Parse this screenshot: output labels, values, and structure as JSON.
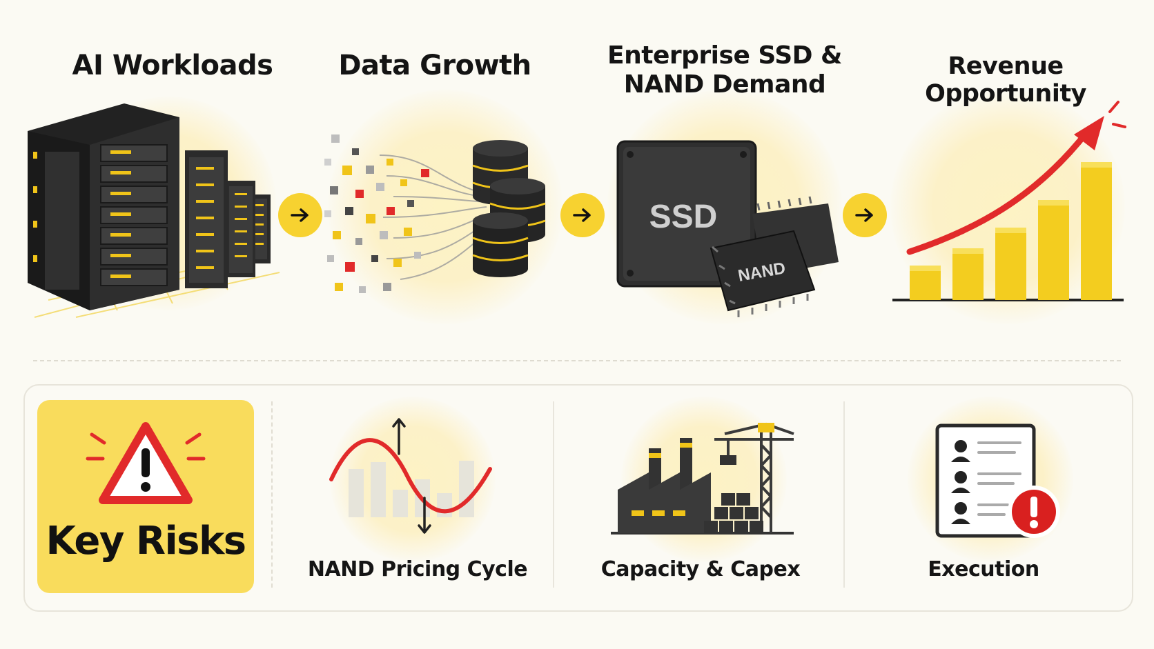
{
  "flow": {
    "steps": [
      {
        "title": "AI Workloads"
      },
      {
        "title": "Data Growth"
      },
      {
        "title_line1": "Enterprise SSD &",
        "title_line2": "NAND Demand",
        "ssd_label": "SSD",
        "nand_label": "NAND"
      },
      {
        "title": "Revenue Opportunity"
      }
    ],
    "arrow_icon": "arrow-right-icon"
  },
  "risks": {
    "header": "Key Risks",
    "items": [
      {
        "label": "NAND Pricing Cycle",
        "icon": "pricing-cycle-icon"
      },
      {
        "label": "Capacity & Capex",
        "icon": "factory-crane-icon"
      },
      {
        "label": "Execution",
        "icon": "checklist-alert-icon"
      }
    ]
  },
  "colors": {
    "accent_yellow": "#f7d230",
    "alert_red": "#e12a2a",
    "dark": "#2b2b2b",
    "background": "#fbfaf3"
  }
}
